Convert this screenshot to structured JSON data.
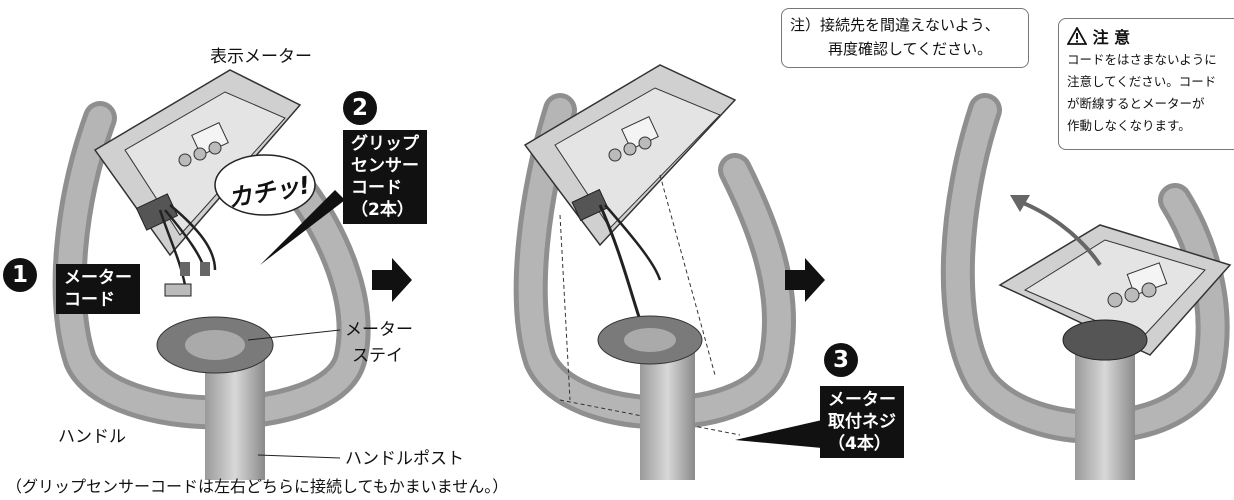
{
  "labels": {
    "display_meter": "表示メーター",
    "meter_stay_line1": "メーター",
    "meter_stay_line2": "ステイ",
    "handle": "ハンドル",
    "handle_post": "ハンドルポスト",
    "click_sound": "カチッ!",
    "footnote": "（グリップセンサーコードは左右どちらに接続してもかまいません。）"
  },
  "callouts": {
    "step1_number": "1",
    "step1_label": "メーター\nコード",
    "step2_number": "2",
    "step2_label": "グリップ\nセンサー\nコード\n（2本）",
    "step3_number": "3",
    "step3_label": "メーター\n取付ネジ\n（4本）"
  },
  "note": {
    "line1": "注）接続先を間違えないよう、",
    "line2": "再度確認してください。"
  },
  "caution": {
    "title": "注 意",
    "lines": [
      "コードをはさまないように",
      "注意してください。コード",
      "が断線するとメーターが",
      "作動しなくなります。"
    ]
  },
  "icons": {
    "warning": "warning-triangle-icon",
    "arrow": "right-arrow-icon"
  }
}
